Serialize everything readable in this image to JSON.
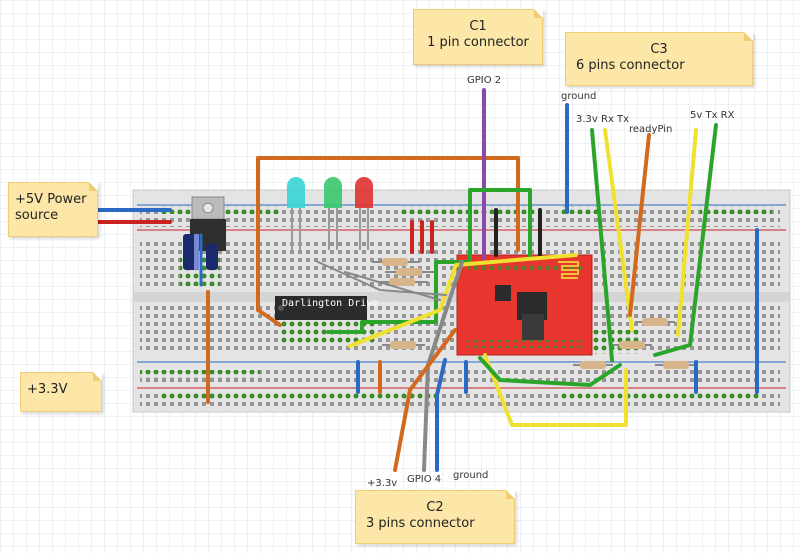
{
  "notes": {
    "c1": {
      "title": "C1",
      "subtitle": "1 pin connector"
    },
    "c2": {
      "title": "C2",
      "subtitle": "3 pins connector"
    },
    "c3": {
      "title": "C3",
      "subtitle": "6 pins connector"
    },
    "power5v": {
      "line1": "+5V Power",
      "line2": "source"
    },
    "power33": {
      "line1": "+3.3V"
    }
  },
  "pin_labels": {
    "gpio2": "GPIO 2",
    "ground_c3": "ground",
    "rx_tx_33": "3.3v Rx Tx",
    "ready_pin": "readyPin",
    "tx_rx_5v": "5v Tx RX",
    "plus_33v": "+3.3v",
    "gpio4": "GPIO 4",
    "ground_c2": "ground"
  },
  "chip": {
    "label": "Darlington Drive"
  },
  "colors": {
    "background": "#ffffff",
    "grid": "#dde3ec",
    "breadboard": "#e4e4e4",
    "hole": "#3c8c2a",
    "note": "#fce6a8",
    "board": "#e8362e",
    "wire_orange": "#d2691e",
    "wire_green": "#2aa52a",
    "wire_yellow": "#f0e030",
    "wire_blue": "#2a6ac4",
    "wire_purple": "#8a4aa8",
    "wire_gray": "#888888",
    "wire_red": "#cc2222",
    "led_teal": "#3ad4d4",
    "led_green": "#3ac86a",
    "led_red": "#e03030"
  }
}
